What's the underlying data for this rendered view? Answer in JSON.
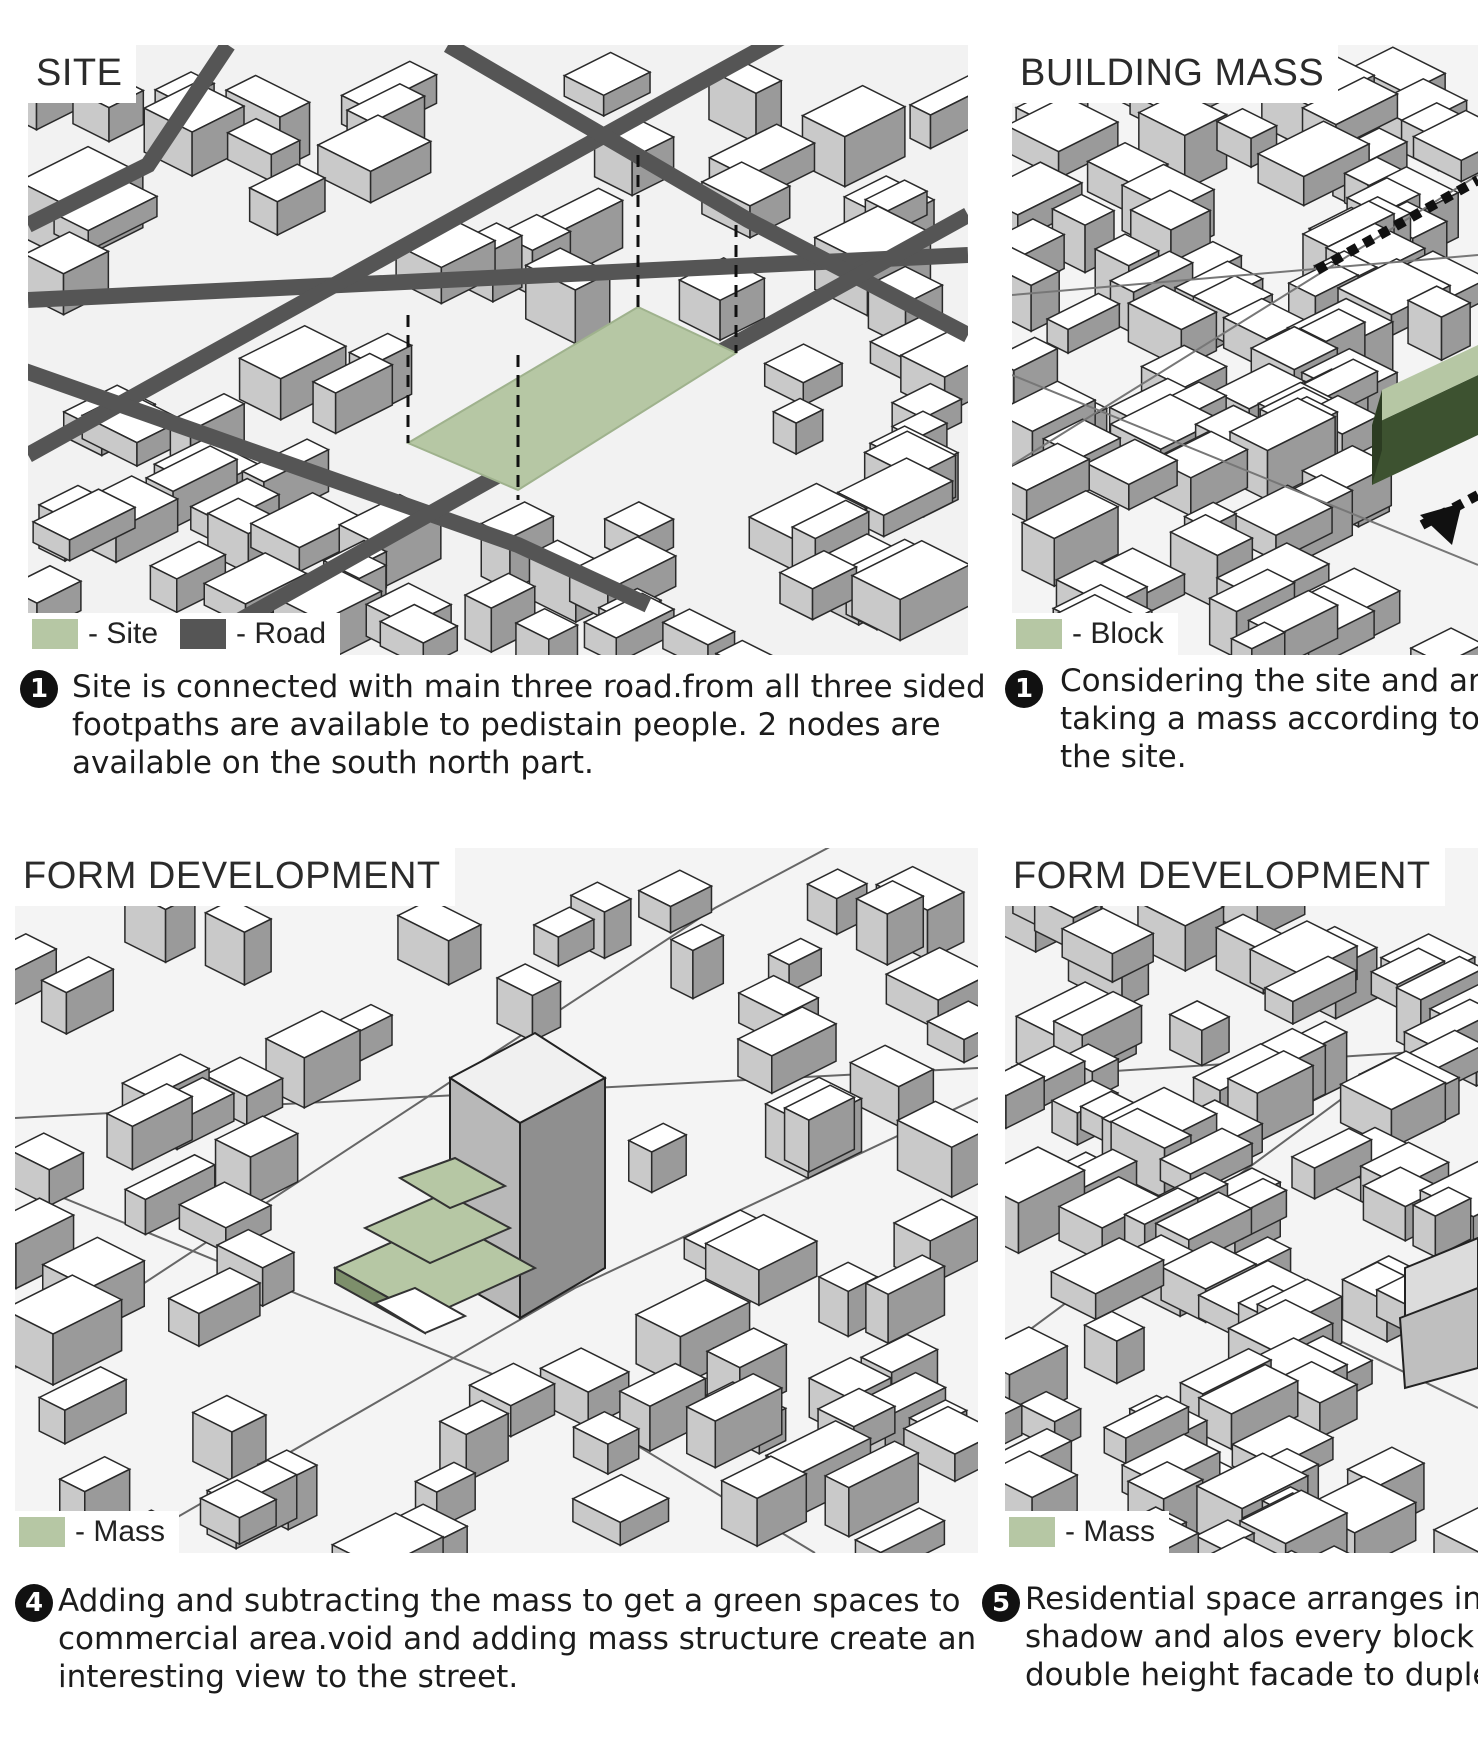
{
  "panels": {
    "site": {
      "title": "SITE",
      "legend": {
        "site": "- Site",
        "road": "- Road"
      }
    },
    "mass": {
      "title": "BUILDING MASS",
      "legend": {
        "block": "- Block"
      }
    },
    "form1": {
      "title": "FORM DEVELOPMENT",
      "legend": {
        "mass": "- Mass"
      }
    },
    "form2": {
      "title": "FORM DEVELOPMENT",
      "legend": {
        "mass": "- Mass"
      }
    }
  },
  "captions": {
    "c1": {
      "num": "1",
      "lines": [
        "Site is connected with main three road.from all three sided",
        "footpaths are available to pedistain people. 2 nodes are",
        "available on the south north part."
      ]
    },
    "c2": {
      "num": "1",
      "lines": [
        "Considering the site and area",
        "taking a mass according to the",
        "the site."
      ]
    },
    "c4": {
      "num": "4",
      "lines": [
        "Adding and subtracting the mass to get a green spaces to",
        "commercial area.void and adding mass structure create an",
        "interesting view to the street."
      ]
    },
    "c5": {
      "num": "5",
      "lines": [
        "Residential space arranges in the",
        "shadow and alos every block has",
        "double height facade to duplex"
      ]
    }
  },
  "colors": {
    "site_green": "#b6c7a4",
    "road_dark": "#555555",
    "block_dark_green": "#3d5230"
  }
}
